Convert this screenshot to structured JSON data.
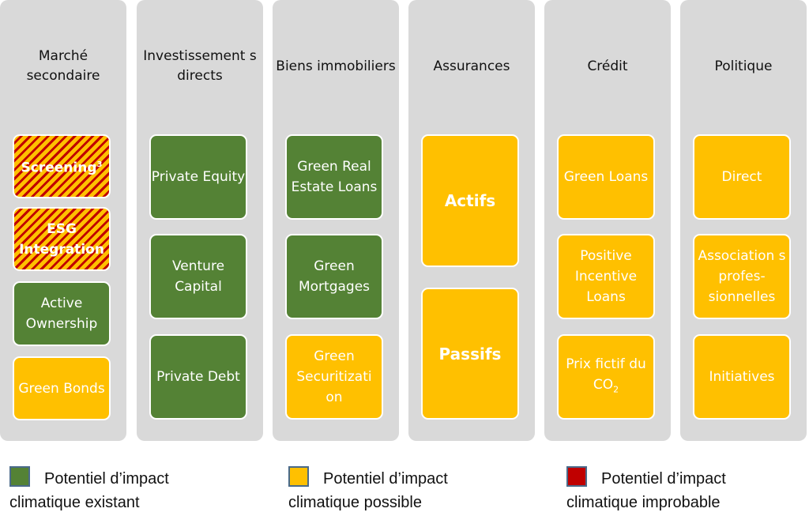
{
  "columns": [
    {
      "title": "Marché secondaire",
      "items": [
        {
          "label": "Screening",
          "sup": "3",
          "type": "hatched"
        },
        {
          "label": "ESG Integration",
          "type": "hatched"
        },
        {
          "label": "Active Ownership",
          "type": "green"
        },
        {
          "label": "Green Bonds",
          "type": "yellow"
        }
      ]
    },
    {
      "title": "Investissement s directs",
      "items": [
        {
          "label": "Private Equity",
          "type": "green"
        },
        {
          "label": "Venture Capital",
          "type": "green"
        },
        {
          "label": "Private Debt",
          "type": "green"
        }
      ]
    },
    {
      "title": "Biens immobiliers",
      "items": [
        {
          "label": "Green Real Estate Loans",
          "type": "green"
        },
        {
          "label": "Green Mortgages",
          "type": "green"
        },
        {
          "label": "Green Securitizati on",
          "type": "yellow"
        }
      ]
    },
    {
      "title": "Assurances",
      "items": [
        {
          "label": "Actifs",
          "type": "yellow"
        },
        {
          "label": "Passifs",
          "type": "yellow"
        }
      ]
    },
    {
      "title": "Crédit",
      "items": [
        {
          "label": "Green Loans",
          "type": "yellow"
        },
        {
          "label": "Positive Incentive Loans",
          "type": "yellow"
        },
        {
          "label": "Prix fictif du CO",
          "sub": "2",
          "type": "yellow"
        }
      ]
    },
    {
      "title": "Politique",
      "items": [
        {
          "label": "Direct",
          "type": "yellow"
        },
        {
          "label": "Association s profes-sionnelles",
          "type": "yellow"
        },
        {
          "label": "Initiatives",
          "type": "yellow"
        }
      ]
    }
  ],
  "legend": [
    {
      "label": "Potentiel d’impact climatique existant",
      "color": "#548235"
    },
    {
      "label": "Potentiel d’impact climatique possible",
      "color": "#ffc000"
    },
    {
      "label": "Potentiel d’impact climatique improbable",
      "color": "#c00000"
    }
  ]
}
